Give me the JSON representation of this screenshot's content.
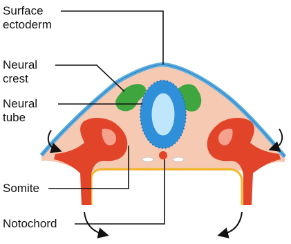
{
  "labels": {
    "surface_ectoderm": [
      "Surface",
      "ectoderm"
    ],
    "neural_crest": [
      "Neural",
      "crest"
    ],
    "neural_tube": [
      "Neural",
      "tube"
    ],
    "somite": "Somite",
    "notochord": "Notochord"
  },
  "colors": {
    "ectoderm": "#5aaee0",
    "mesenchyme": "#f6c9b2",
    "neural_crest": "#3fa63f",
    "neural_tube_cells": "#2f8fd8",
    "lumen": "#bfe6fb",
    "somite": "#e2442a",
    "endoderm_line": "#f2b726",
    "notochord": "#e2442a",
    "leader_lines": "#111111"
  }
}
